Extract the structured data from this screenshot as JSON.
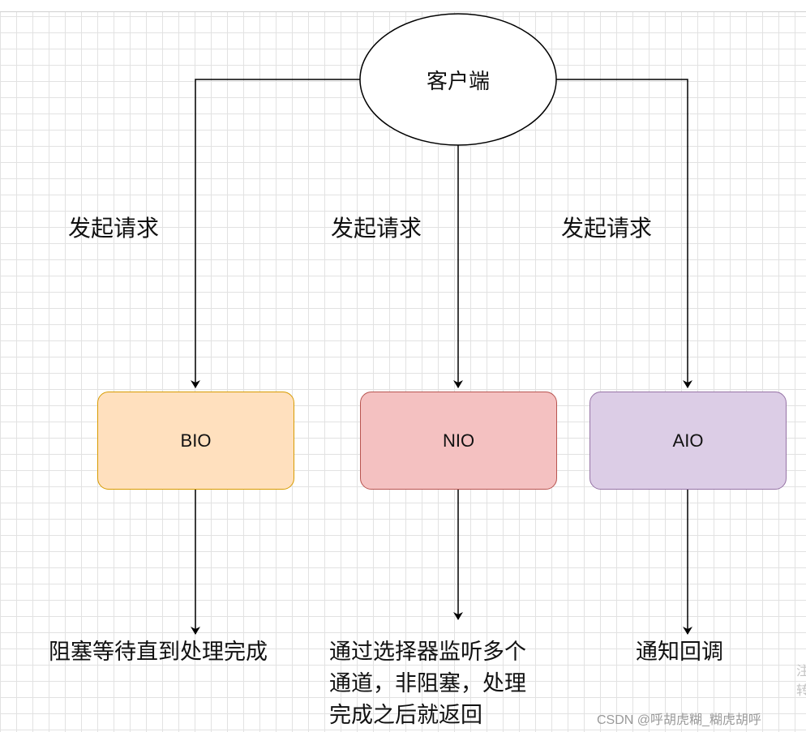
{
  "client": {
    "label": "客户端"
  },
  "nodes": {
    "bio": {
      "label": "BIO",
      "fill": "#ffe0be",
      "stroke": "#d79b00"
    },
    "nio": {
      "label": "NIO",
      "fill": "#f4c1c1",
      "stroke": "#b85450"
    },
    "aio": {
      "label": "AIO",
      "fill": "#dccde6",
      "stroke": "#9673a6"
    }
  },
  "edges": {
    "bio_request": "发起请求",
    "nio_request": "发起请求",
    "aio_request": "发起请求"
  },
  "results": {
    "bio": "阻塞等待直到处理完成",
    "nio_line1": "通过选择器监听多个",
    "nio_line2": "通道，非阻塞，处理",
    "nio_line3": "完成之后就返回",
    "aio": "通知回调"
  },
  "watermark": "CSDN @呼胡虎糊_糊虎胡呼",
  "edge_glyphs": {
    "top": "注",
    "bottom": "转"
  }
}
